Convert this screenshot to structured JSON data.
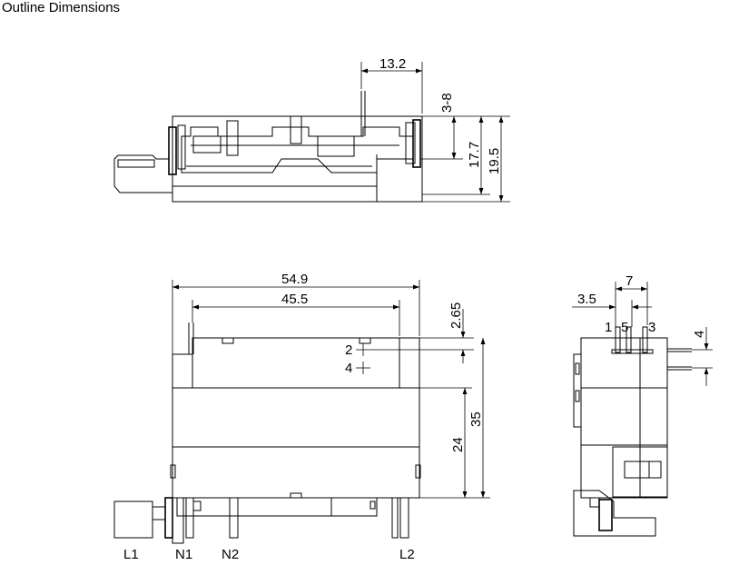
{
  "title": "Outline Dimensions",
  "top_view": {
    "dims": {
      "d1": "13.2",
      "d2": "3-8",
      "d3": "17.7",
      "d4": "19.5"
    }
  },
  "front_view": {
    "dims": {
      "width_total": "54.9",
      "width_inner": "45.5",
      "offset": "2.65",
      "height": "35",
      "height_lower": "24",
      "hole_a": "2",
      "hole_b": "4"
    },
    "pins": {
      "l1": "L1",
      "n1": "N1",
      "n2": "N2",
      "l2": "L2"
    }
  },
  "side_view": {
    "dims": {
      "pitch": "7",
      "offset": "3.5",
      "pin_len": "4"
    },
    "pins": {
      "p1": "1",
      "p5": "5",
      "p3": "3"
    }
  }
}
